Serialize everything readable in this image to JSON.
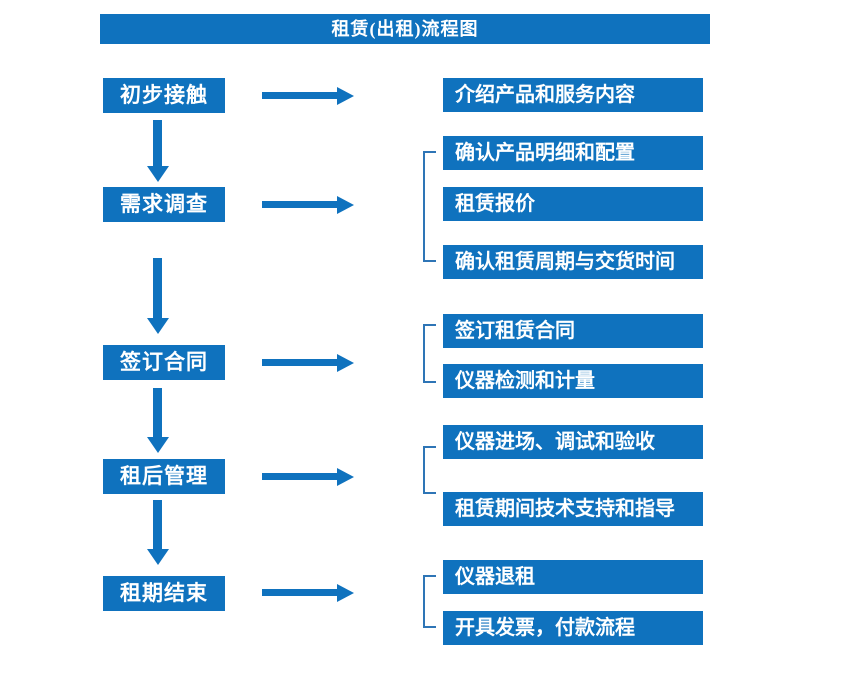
{
  "title": "租赁(出租)流程图",
  "colors": {
    "accent": "#0F72BE",
    "bracket": "#2E75B6",
    "text_on_accent": "#FFFFFF",
    "background": "#FFFFFF"
  },
  "steps": [
    {
      "label": "初步接触",
      "outputs": [
        "介绍产品和服务内容"
      ]
    },
    {
      "label": "需求调查",
      "outputs": [
        "确认产品明细和配置",
        "租赁报价",
        "确认租赁周期与交货时间"
      ]
    },
    {
      "label": "签订合同",
      "outputs": [
        "签订租赁合同",
        "仪器检测和计量"
      ]
    },
    {
      "label": "租后管理",
      "outputs": [
        "仪器进场、调试和验收",
        "租赁期间技术支持和指导"
      ]
    },
    {
      "label": "租期结束",
      "outputs": [
        "仪器退租",
        "开具发票，付款流程"
      ]
    }
  ]
}
